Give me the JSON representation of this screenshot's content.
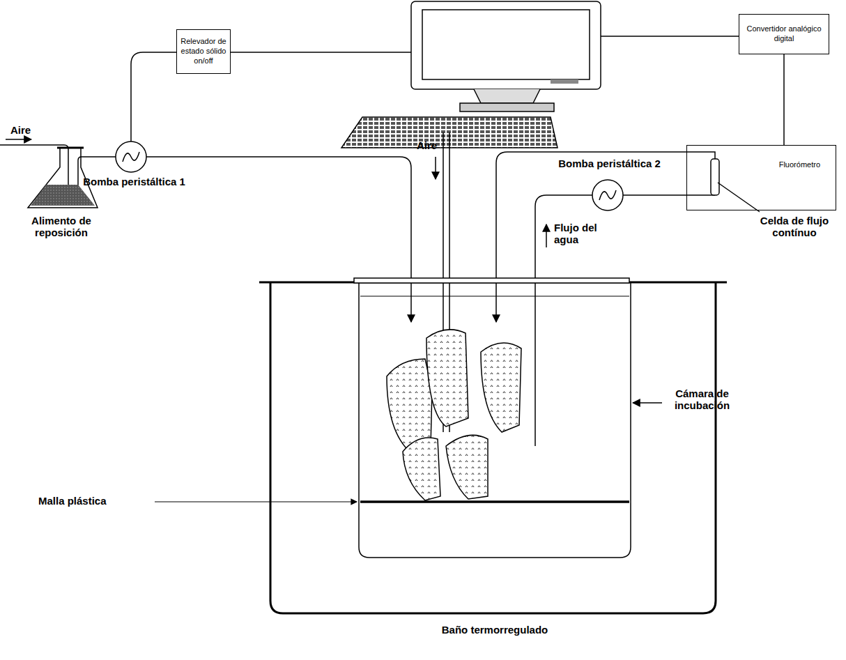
{
  "diagram": {
    "nodes": [
      {
        "text": [
          "Relevador de estado sólido on/off"
        ]
      },
      {
        "text": [
          "Convertidor analógico digital"
        ]
      },
      {
        "text": [
          "Fluorómetro"
        ]
      }
    ],
    "edges": [
      {
        "from": 1,
        "to": 2,
        "arrow": "none"
      }
    ],
    "labels": [
      "Aire",
      "Aire",
      "Bomba peristáltica 1",
      "Bomba peristáltica 2",
      "Celda de flujo contínuo",
      "Flujo del agua",
      "Alimento de reposición",
      "Cámara de incubación",
      "Malla plástica",
      "Baño termorregulado"
    ]
  }
}
